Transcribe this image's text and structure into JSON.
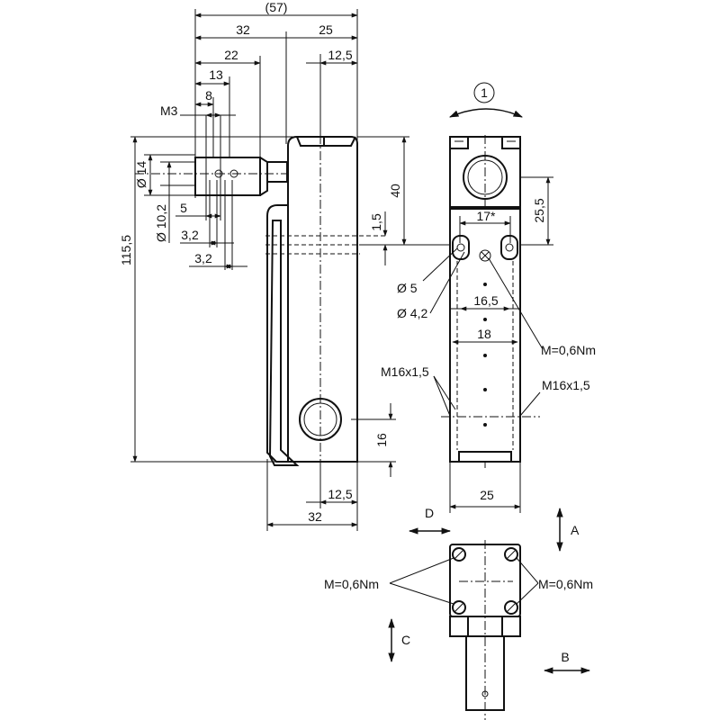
{
  "dimensions": {
    "overall_width": "(57)",
    "width_32_top": "32",
    "width_25_top": "25",
    "width_12_5_top": "12,5",
    "width_22": "22",
    "width_13": "13",
    "width_8": "8",
    "thread_m3": "M3",
    "dia_14": "Ø 14",
    "dia_10_2": "Ø 10,2",
    "dim_5": "5",
    "dim_3_2_a": "3,2",
    "dim_3_2_b": "3,2",
    "height_115_5": "115,5",
    "height_40": "40",
    "dim_1_5": "1,5",
    "height_16": "16",
    "width_12_5_bottom": "12,5",
    "width_32_bottom": "32",
    "rotation_marker": "1",
    "dim_25_5": "25,5",
    "dim_17": "17*",
    "dia_5": "Ø 5",
    "dia_4_2": "Ø 4,2",
    "dim_16_5": "16,5",
    "dim_18": "18",
    "torque_front": "M=0,6Nm",
    "thread_m16_left": "M16x1,5",
    "thread_m16_right": "M16x1,5",
    "width_25_front": "25",
    "direction_a": "A",
    "direction_b": "B",
    "direction_c": "C",
    "direction_d": "D",
    "torque_left": "M=0,6Nm",
    "torque_right": "M=0,6Nm"
  }
}
